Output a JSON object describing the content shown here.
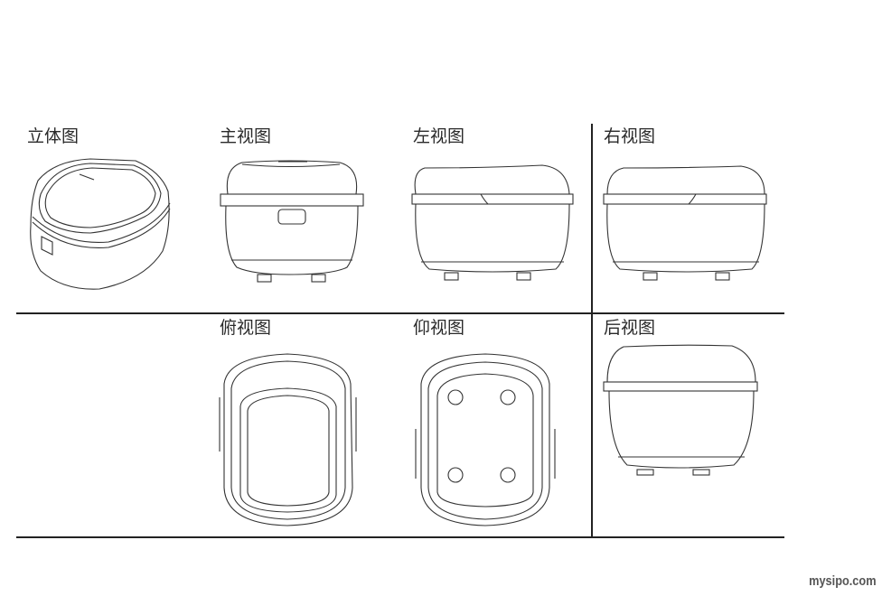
{
  "views": {
    "perspective": "立体图",
    "front": "主视图",
    "left": "左视图",
    "right": "右视图",
    "top": "俯视图",
    "bottom": "仰视图",
    "rear": "后视图"
  },
  "watermark": "mysipo.com"
}
